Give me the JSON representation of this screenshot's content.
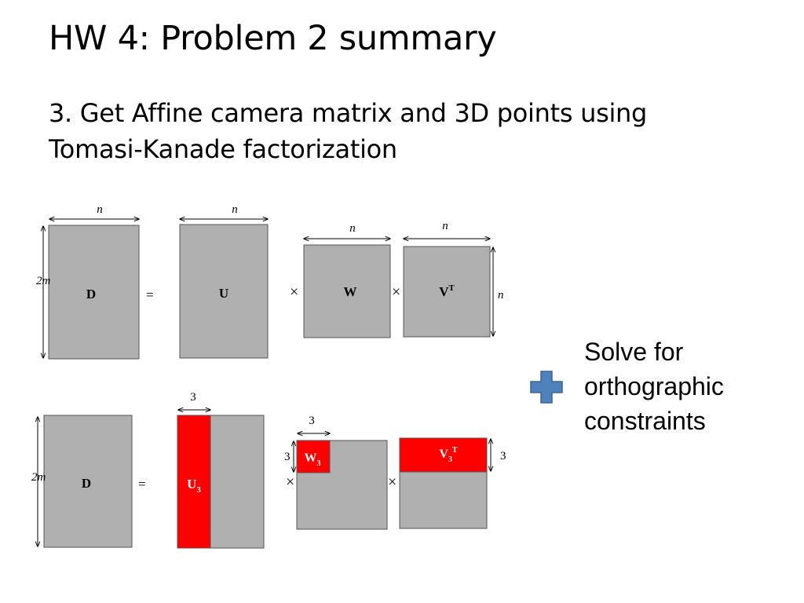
{
  "slide": {
    "title": "HW 4: Problem 2 summary",
    "step_line1": "3.  Get Affine camera matrix and 3D points using",
    "step_line2": "Tomasi-Kanade factorization",
    "note_lines": [
      "Solve for",
      "orthographic",
      "constraints"
    ]
  },
  "diagram": {
    "top": {
      "D": "D",
      "equals": "=",
      "U": "U",
      "times1": "×",
      "W": "W",
      "times2": "×",
      "V": "V",
      "V_sup": "T",
      "dim_2m": "2m",
      "dim_n_D": "n",
      "dim_n_U": "n",
      "dim_n_W": "n",
      "dim_n_V": "n",
      "dim_n_V_side": "n"
    },
    "bottom": {
      "D": "D",
      "equals": "=",
      "U3": "U",
      "U3_sub": "3",
      "W3": "W",
      "W3_sub": "3",
      "V3": "V",
      "V3_sub": "3",
      "V3_sup": "T",
      "times1": "×",
      "times2": "×",
      "dim_2m": "2m",
      "dim_3_U": "3",
      "dim_3_W_top": "3",
      "dim_3_W_side": "3",
      "dim_3_V_side": "3"
    }
  },
  "colors": {
    "matrix_gray": "#b0b0b0",
    "highlight_red": "#ff0000",
    "plus_blue": "#4f81bd"
  }
}
